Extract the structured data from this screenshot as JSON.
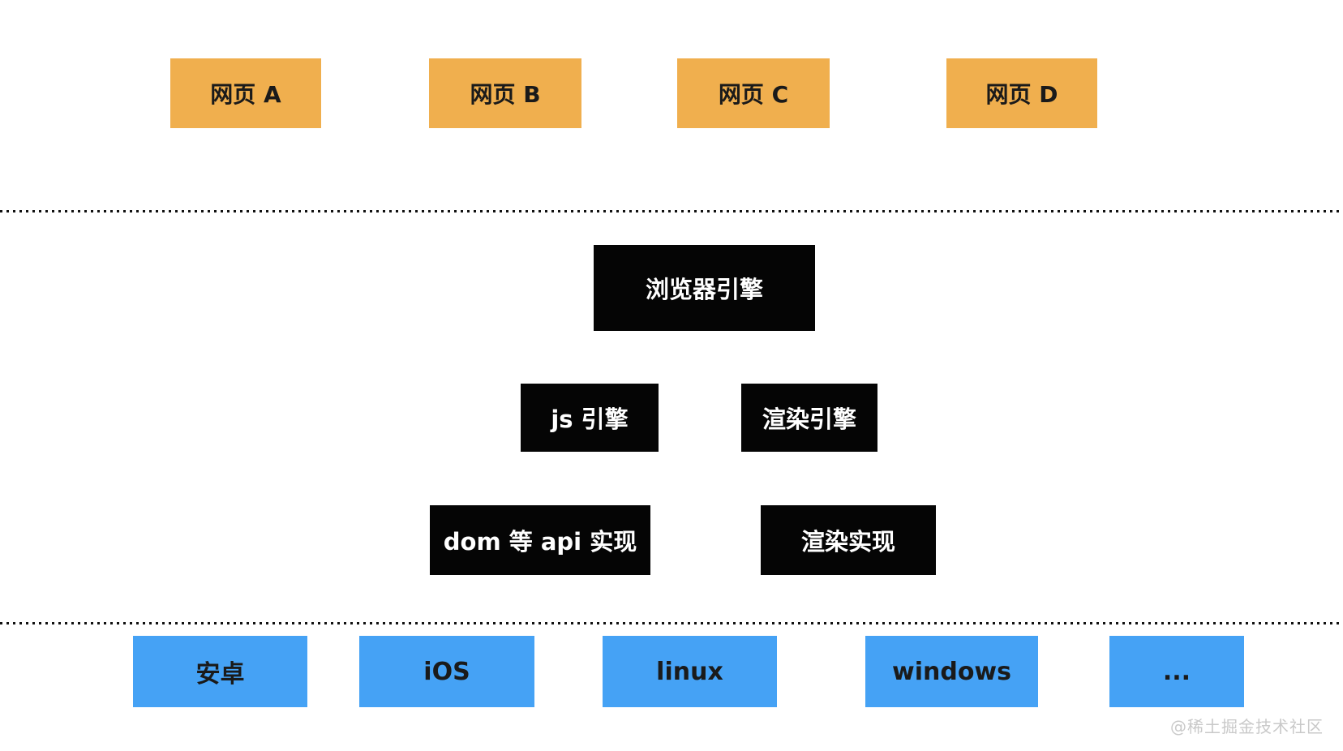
{
  "colors": {
    "background": "#FFFFFF",
    "webpage_box": "#F0AF4E",
    "engine_box": "#050505",
    "platform_box": "#45A2F5",
    "box_text_dark": "#1A1A1A",
    "box_text_light": "#FFFFFF",
    "divider_dot": "#111111",
    "watermark": "#C9C9C9"
  },
  "webpages": [
    {
      "label": "网页 A"
    },
    {
      "label": "网页 B"
    },
    {
      "label": "网页 C"
    },
    {
      "label": "网页 D"
    }
  ],
  "browser_engine": {
    "label": "浏览器引擎"
  },
  "engines": [
    {
      "label": "js 引擎"
    },
    {
      "label": "渲染引擎"
    }
  ],
  "implementations": [
    {
      "label": "dom 等 api 实现"
    },
    {
      "label": "渲染实现"
    }
  ],
  "platforms": [
    {
      "label": "安卓"
    },
    {
      "label": "iOS"
    },
    {
      "label": "linux"
    },
    {
      "label": "windows"
    },
    {
      "label": "..."
    }
  ],
  "watermark": {
    "label": "@稀土掘金技术社区"
  }
}
